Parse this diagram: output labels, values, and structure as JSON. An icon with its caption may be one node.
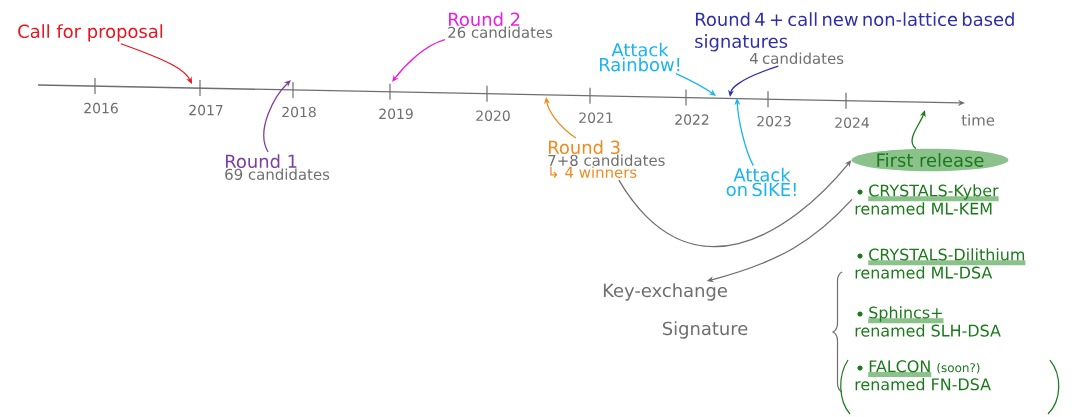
{
  "diagram": {
    "nodes": [
      {
        "text": [
          "Call for proposal"
        ]
      },
      {
        "text": [
          "Round 1",
          "69 candidates"
        ]
      },
      {
        "text": [
          "Round 2",
          "26 candidates"
        ]
      },
      {
        "text": [
          "Round 3",
          "7+8 candidates",
          "↳ 4 winners"
        ]
      },
      {
        "text": [
          "Attack Rainbow!"
        ]
      },
      {
        "text": [
          "Attack on SIKE!"
        ]
      },
      {
        "text": [
          "Round 4 + call new non-lattice based signatures",
          "4 candidates"
        ]
      },
      {
        "text": [
          "First release"
        ]
      },
      {
        "text": [
          "CRYSTALS-Kyber",
          "renamed ML-KEM"
        ]
      },
      {
        "text": [
          "CRYSTALS-Dilithium",
          "renamed ML-DSA"
        ]
      },
      {
        "text": [
          "Sphincs+",
          "renamed SLH-DSA"
        ]
      },
      {
        "text": [
          "FALCON",
          "(soon?)",
          "renamed FN-DSA"
        ]
      },
      {
        "text": [
          "Key-exchange"
        ]
      },
      {
        "text": [
          "Signature"
        ]
      }
    ],
    "edges": [
      {
        "from": 0,
        "to": null,
        "arrow": "to",
        "color": "#e8141e"
      },
      {
        "from": 1,
        "to": null,
        "arrow": "to",
        "color": "#7b3fa0"
      },
      {
        "from": 2,
        "to": null,
        "arrow": "to",
        "color": "#e81ee0"
      },
      {
        "from": 3,
        "to": null,
        "arrow": "to",
        "color": "#f08a1e"
      },
      {
        "from": 4,
        "to": null,
        "arrow": "to",
        "color": "#1ab4f0"
      },
      {
        "from": 5,
        "to": null,
        "arrow": "to",
        "color": "#1ab4f0"
      },
      {
        "from": 6,
        "to": null,
        "arrow": "to",
        "color": "#2e2ea8"
      },
      {
        "from": 7,
        "to": null,
        "arrow": "to",
        "color": "#1a7a1a"
      },
      {
        "from": 3,
        "to": 7,
        "arrow": "to",
        "color": "#6e6e6e"
      },
      {
        "from": 8,
        "to": 12,
        "arrow": "to",
        "color": "#6e6e6e"
      }
    ],
    "labels": [
      "2016",
      "2017",
      "2018",
      "2019",
      "2020",
      "2021",
      "2022",
      "2023",
      "2024",
      "time"
    ]
  }
}
